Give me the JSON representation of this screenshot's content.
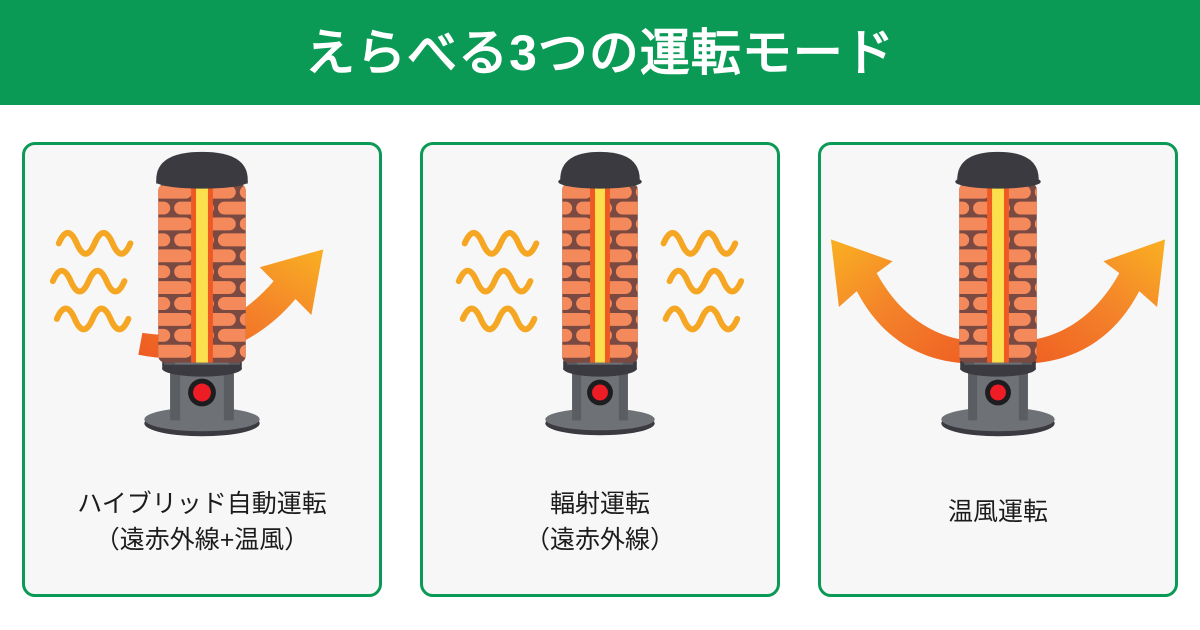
{
  "header": {
    "title": "えらべる3つの運転モード",
    "background_color": "#0a9a55",
    "text_color": "#ffffff"
  },
  "theme": {
    "page_background": "#ffffff",
    "card_background": "#f7f7f7",
    "card_border_color": "#0a9a55",
    "caption_color": "#1c1c1c",
    "wave_color": "#f5a623",
    "arrow_gradient_start": "#ee5a22",
    "arrow_gradient_end": "#f9b022",
    "heater_cap_color": "#3a3a40",
    "heater_body_color": "#6e7175",
    "heater_body_dark": "#55585c",
    "grille_background": "#7a4a42",
    "grille_bar_color": "#f4895c",
    "grille_core_yellow": "#fbdf4d",
    "grille_core_orange": "#ef5a24",
    "indicator_color": "#ee1c25"
  },
  "cards": [
    {
      "id": "hybrid",
      "illustration_name": "heater-with-infrared-waves-and-warm-air-arrow",
      "has_left_waves": true,
      "has_right_waves": false,
      "has_right_arrow": true,
      "has_left_arrow": false,
      "caption_line1": "ハイブリッド自動運転",
      "caption_line2": "（遠赤外線+温風）"
    },
    {
      "id": "radiant",
      "illustration_name": "heater-with-infrared-waves-both-sides",
      "has_left_waves": true,
      "has_right_waves": true,
      "has_right_arrow": false,
      "has_left_arrow": false,
      "caption_line1": "輻射運転",
      "caption_line2": "（遠赤外線）"
    },
    {
      "id": "warm-air",
      "illustration_name": "heater-with-warm-air-arrows-both-sides",
      "has_left_waves": false,
      "has_right_waves": false,
      "has_right_arrow": true,
      "has_left_arrow": true,
      "caption_line1": "温風運転",
      "caption_line2": ""
    }
  ]
}
